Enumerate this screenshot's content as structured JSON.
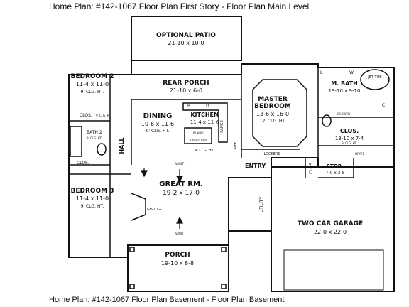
{
  "header": {
    "top": "Home Plan: #142-1067 Floor Plan First Story - Floor Plan Main Level",
    "bottom": "Home Plan: #142-1067 Floor Plan Basement - Floor Plan Basement"
  },
  "rooms": {
    "optional_patio": {
      "name": "OPTIONAL PATIO",
      "dims": "21-10 x 10-0"
    },
    "rear_porch": {
      "name": "REAR PORCH",
      "dims": "21-10 x 6-0"
    },
    "bedroom2": {
      "name": "BEDROOM 2",
      "dims": "11-4 x 11-0",
      "ceiling": "9' CLG. HT."
    },
    "dining": {
      "name": "DINING",
      "dims": "10-6 x 11-6",
      "ceiling": "9' CLG. HT."
    },
    "kitchen": {
      "name": "KITCHEN",
      "dims": "11-4 x 11-6",
      "ceiling": "9' CLG. HT."
    },
    "master_bedroom": {
      "name": "MASTER",
      "name2": "BEDROOM",
      "dims": "13-6 x 16-0",
      "ceiling": "12' CLG. HT."
    },
    "m_bath": {
      "name": "M. BATH",
      "dims": "13-10 x 9-10"
    },
    "clos_master": {
      "name": "CLOS.",
      "dims": "13-10 x 7-4"
    },
    "great_room": {
      "name": "GREAT RM.",
      "dims": "19-2 x 17-0"
    },
    "bedroom3": {
      "name": "BEDROOM 3",
      "dims": "11-4 x 11-0",
      "ceiling": "9' CLG. HT."
    },
    "stor": {
      "name": "STOR.",
      "dims": "7-0 x 3-8"
    },
    "garage": {
      "name": "TWO CAR GARAGE",
      "dims": "22-0 x 22-0"
    },
    "porch": {
      "name": "PORCH",
      "dims": "19-10 x 8-8"
    }
  },
  "small_labels": {
    "clos_a": "CLOS.",
    "clos_b": "CLOS.",
    "clos_entry": "CLOS.",
    "bath2": "BATH 2",
    "hall": "HALL",
    "entry": "ENTRY",
    "utility": "UTILITY",
    "lockers": "LOCKERS",
    "ref": "REF.",
    "range": "RANGE",
    "island": "ISLAND",
    "raised_bar": "RAISED BAR",
    "pantry_p": "P",
    "linen_l": "L",
    "dw_d": "D",
    "clos_ht_dining": "9' CLG. HT.",
    "jet_tub": "JET TUB",
    "w_letter": "W",
    "c_letter": "C",
    "vault_top": "VAULT",
    "vault_bottom": "VAULT",
    "gas_logs": "GAS LOGS",
    "shower": "SHOWER",
    "dryer": "DRYER",
    "bath2_ceiling": "9' CLG. HT.",
    "master_clos_ceiling": "9' CLG. HT.",
    "clos_ht_a": "9' CLG. HT."
  }
}
